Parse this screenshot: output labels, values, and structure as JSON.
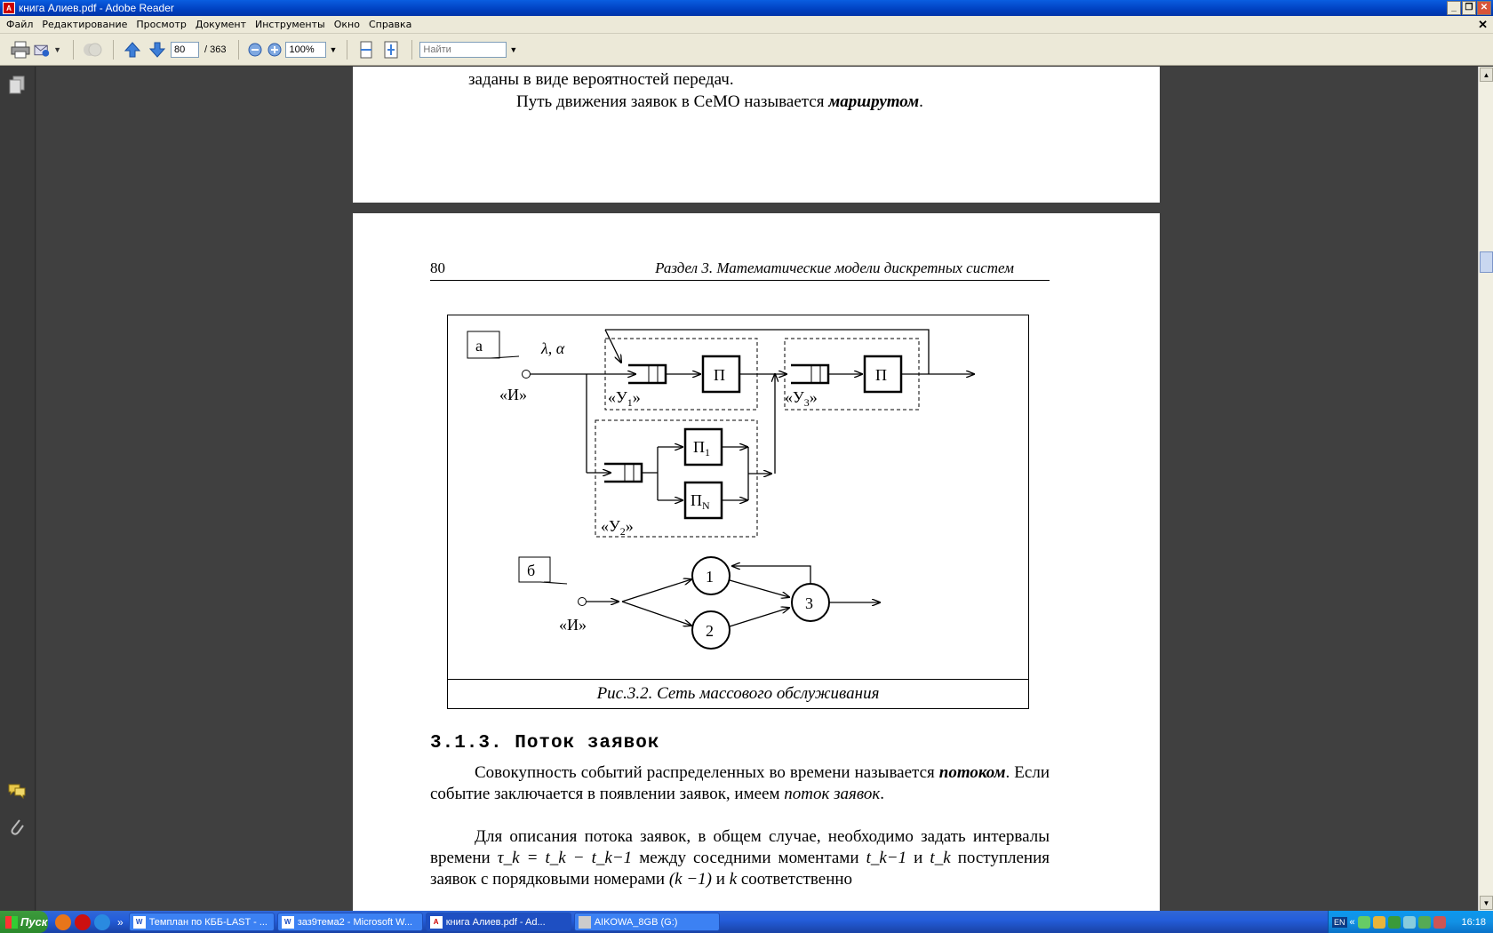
{
  "window": {
    "title": "книга Алиев.pdf - Adobe Reader"
  },
  "menu": [
    "Файл",
    "Редактирование",
    "Просмотр",
    "Документ",
    "Инструменты",
    "Окно",
    "Справка"
  ],
  "toolbar": {
    "current_page": "80",
    "total_pages": "/ 363",
    "zoom": "100%",
    "search_placeholder": "Найти"
  },
  "page1": {
    "line1": "заданы в виде вероятностей передач.",
    "line2_prefix": "Путь движения заявок в СеМО называется ",
    "line2_term": "маршрутом",
    "line2_suffix": "."
  },
  "page2": {
    "page_number": "80",
    "section_header": "Раздел 3. Математические модели дискретных систем",
    "figure": {
      "label_a": "а",
      "label_b": "б",
      "lambda_alpha": "λ, α",
      "source_a": "«И»",
      "source_b": "«И»",
      "u1": "«У",
      "u1_sub": "1",
      "u2": "«У",
      "u2_sub": "2",
      "u3": "«У",
      "u3_sub": "3",
      "close_quote": "»",
      "server": "П",
      "server1": "П",
      "server1_sub": "1",
      "serverN": "П",
      "serverN_sub": "N",
      "node1": "1",
      "node2": "2",
      "node3": "3",
      "caption": "Рис.3.2. Сеть массового обслуживания"
    },
    "heading": "3.1.3. Поток заявок",
    "para1_a": "Совокупность событий распределенных во времени называется ",
    "para1_term": "потоком",
    "para1_b": ". Если событие заключается в появлении заявок, имеем ",
    "para1_term2": "поток заявок",
    "para1_c": ".",
    "para2_a": "Для описания потока заявок, в общем случае, необходимо задать интервалы времени ",
    "para2_formula": "τ_k = t_k − t_k−1",
    "para2_b": " между соседними моментами ",
    "para2_t1": "t_k−1",
    "para2_and": " и ",
    "para2_t2": "t_k",
    "para2_c": " поступления заявок с порядковыми номерами ",
    "para2_k1": "(k −1)",
    "para2_and2": " и ",
    "para2_k": "k",
    "para2_d": " соответственно"
  },
  "taskbar": {
    "start": "Пуск",
    "tasks": [
      "Темплан по КББ-LAST - ...",
      "заз9тема2 - Microsoft W...",
      "книга Алиев.pdf - Ad...",
      "AIKOWA_8GB (G:)"
    ],
    "lang": "EN",
    "clock": "16:18"
  }
}
